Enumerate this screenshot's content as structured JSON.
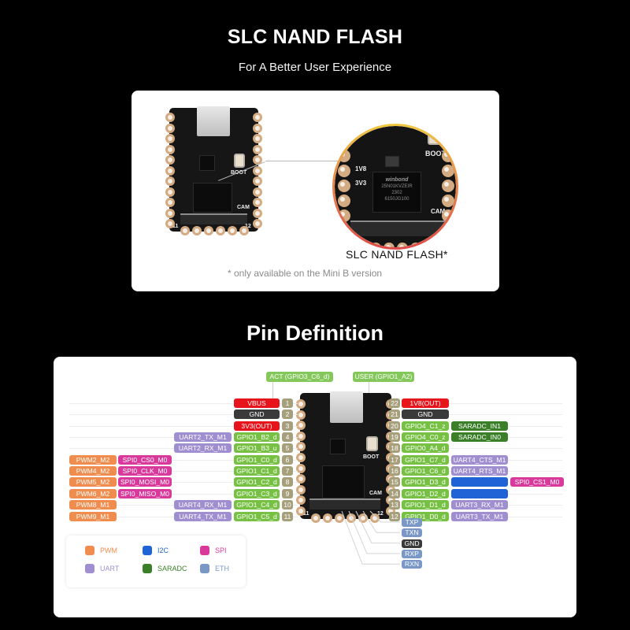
{
  "section1": {
    "title": "SLC NAND FLASH",
    "subtitle": "For A Better User Experience",
    "callout_label": "SLC NAND FLASH*",
    "footnote": "* only available on the Mini B version",
    "board_silkscreen": {
      "boot": "BOOT",
      "cam": "CAM",
      "v18": "1V8",
      "v33": "3V3",
      "pin11": "11",
      "pin12": "12"
    },
    "chip_marking": [
      "winbond",
      "25N01KVZEIR",
      "2302",
      "6150JG100"
    ]
  },
  "section2": {
    "title": "Pin Definition",
    "top_labels": {
      "act": "ACT (GPIO3_C6_d)",
      "user": "USER (GPIO1_A2)"
    },
    "left_pins": [
      {
        "num": "1",
        "name": "VBUS",
        "type": "pwr",
        "alt": []
      },
      {
        "num": "2",
        "name": "GND",
        "type": "gnd",
        "alt": []
      },
      {
        "num": "3",
        "name": "3V3(OUT)",
        "type": "pwr",
        "alt": []
      },
      {
        "num": "4",
        "name": "GPIO1_B2_d",
        "type": "gpio",
        "alt": [
          {
            "label": "UART2_TX_M1",
            "type": "uart"
          }
        ]
      },
      {
        "num": "5",
        "name": "GPIO1_B3_u",
        "type": "gpio",
        "alt": [
          {
            "label": "UART2_RX_M1",
            "type": "uart"
          }
        ]
      },
      {
        "num": "6",
        "name": "GPIO1_C0_d",
        "type": "gpio",
        "alt": [
          {
            "label": "PWM2_M2",
            "type": "pwm"
          },
          {
            "label": "SPI0_CS0_M0",
            "type": "spi"
          }
        ]
      },
      {
        "num": "7",
        "name": "GPIO1_C1_d",
        "type": "gpio",
        "alt": [
          {
            "label": "PWM4_M2",
            "type": "pwm"
          },
          {
            "label": "SPI0_CLK_M0",
            "type": "spi"
          }
        ]
      },
      {
        "num": "8",
        "name": "GPIO1_C2_d",
        "type": "gpio",
        "alt": [
          {
            "label": "PWM5_M2",
            "type": "pwm"
          },
          {
            "label": "SPI0_MOSI_M0",
            "type": "spi"
          }
        ]
      },
      {
        "num": "9",
        "name": "GPIO1_C3_d",
        "type": "gpio",
        "alt": [
          {
            "label": "PWM6_M2",
            "type": "pwm"
          },
          {
            "label": "SPI0_MISO_M0",
            "type": "spi"
          }
        ]
      },
      {
        "num": "10",
        "name": "GPIO1_C4_d",
        "type": "gpio",
        "alt": [
          {
            "label": "PWM8_M1",
            "type": "pwm"
          },
          {
            "label": "UART4_RX_M1",
            "type": "uart"
          }
        ]
      },
      {
        "num": "11",
        "name": "GPIO1_C5_d",
        "type": "gpio",
        "alt": [
          {
            "label": "PWM9_M1",
            "type": "pwm"
          },
          {
            "label": "UART4_TX_M1",
            "type": "uart"
          }
        ]
      }
    ],
    "right_pins": [
      {
        "num": "22",
        "name": "1V8(OUT)",
        "type": "pwr",
        "alt": []
      },
      {
        "num": "21",
        "name": "GND",
        "type": "gnd",
        "alt": []
      },
      {
        "num": "20",
        "name": "GPIO4_C1_z",
        "type": "gpio",
        "alt": [
          {
            "label": "SARADC_IN1",
            "type": "adc"
          }
        ]
      },
      {
        "num": "19",
        "name": "GPIO4_C0_z",
        "type": "gpio",
        "alt": [
          {
            "label": "SARADC_IN0",
            "type": "adc"
          }
        ]
      },
      {
        "num": "18",
        "name": "GPIO0_A4_d",
        "type": "gpio",
        "alt": []
      },
      {
        "num": "17",
        "name": "GPIO1_C7_d",
        "type": "gpio",
        "alt": [
          {
            "label": "UART4_CTS_M1",
            "type": "uart"
          }
        ]
      },
      {
        "num": "16",
        "name": "GPIO1_C6_d",
        "type": "gpio",
        "alt": [
          {
            "label": "UART4_RTS_M1",
            "type": "uart"
          }
        ]
      },
      {
        "num": "15",
        "name": "GPIO1_D3_d",
        "type": "gpio",
        "alt": [
          {
            "label": "",
            "type": "i2c"
          },
          {
            "label": "SPI0_CS1_M0",
            "type": "spi"
          }
        ]
      },
      {
        "num": "14",
        "name": "GPIO1_D2_d",
        "type": "gpio",
        "alt": [
          {
            "label": "",
            "type": "i2c"
          }
        ]
      },
      {
        "num": "13",
        "name": "GPIO1_D1_d",
        "type": "gpio",
        "alt": [
          {
            "label": "UART3_RX_M1",
            "type": "uart"
          }
        ]
      },
      {
        "num": "12",
        "name": "GPIO1_D0_d",
        "type": "gpio",
        "alt": [
          {
            "label": "UART3_TX_M1",
            "type": "uart"
          }
        ]
      }
    ],
    "eth_pins": [
      {
        "label": "TXP",
        "type": "eth"
      },
      {
        "label": "TXN",
        "type": "eth"
      },
      {
        "label": "GND",
        "type": "gnd"
      },
      {
        "label": "RXP",
        "type": "eth"
      },
      {
        "label": "RXN",
        "type": "eth"
      }
    ],
    "legend": [
      {
        "label": "PWM",
        "type": "pwm",
        "color": "#f08d4e"
      },
      {
        "label": "I2C",
        "type": "i2c",
        "color": "#1f63d6"
      },
      {
        "label": "SPI",
        "type": "spi",
        "color": "#d9399a"
      },
      {
        "label": "UART",
        "type": "uart",
        "color": "#a08fd0"
      },
      {
        "label": "SARADC",
        "type": "adc",
        "color": "#3b7f28"
      },
      {
        "label": "ETH",
        "type": "eth",
        "color": "#7a98c5"
      }
    ]
  }
}
